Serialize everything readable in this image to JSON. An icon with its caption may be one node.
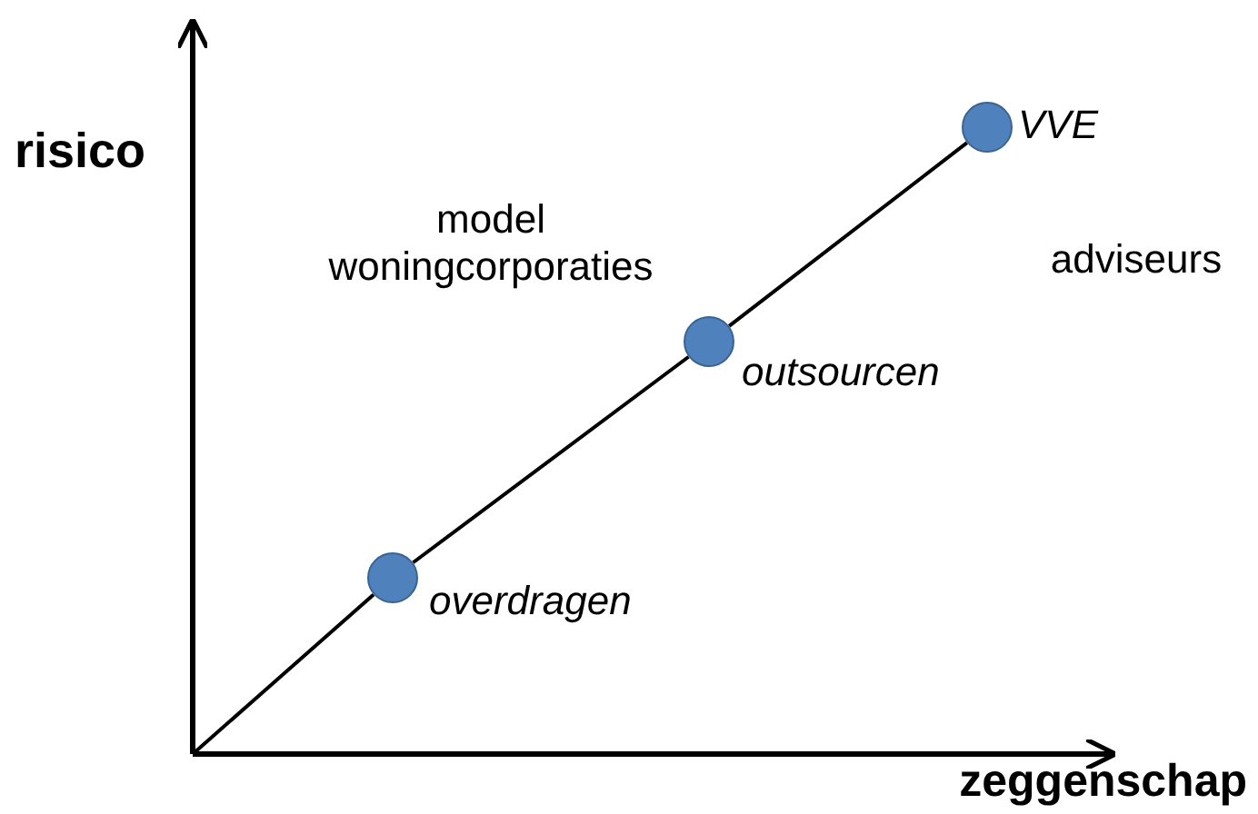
{
  "diagram": {
    "nodes": [
      {
        "text": [],
        "shape": "circle",
        "beside": [
          "overdragen"
        ]
      },
      {
        "text": [],
        "shape": "circle",
        "beside": [
          "outsourcen"
        ]
      },
      {
        "text": [],
        "shape": "circle",
        "beside": [
          "VVE"
        ]
      },
      {
        "text": [],
        "shape": "axis"
      }
    ],
    "edges": [
      {
        "from": 3,
        "to": 0,
        "arrow": "none"
      },
      {
        "from": 0,
        "to": 1,
        "arrow": "none"
      },
      {
        "from": 1,
        "to": 2,
        "arrow": "none"
      }
    ],
    "labels": [
      "risico",
      "model woningcorporaties",
      "adviseurs",
      "zeggenschap"
    ]
  }
}
